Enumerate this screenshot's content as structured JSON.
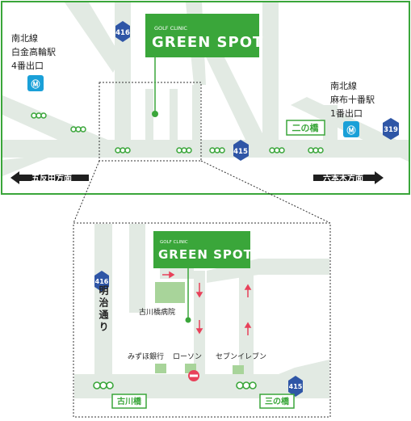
{
  "top_map": {
    "logo": {
      "small": "GOLF CLINIC",
      "big": "GREEN SPOT"
    },
    "station_left": {
      "line1": "南北線",
      "line2": "白金高輪駅",
      "line3": "4番出口"
    },
    "station_right": {
      "line1": "南北線",
      "line2": "麻布十番駅",
      "line3": "1番出口"
    },
    "bridge_label": "二の橋",
    "direction_left": "五反田方面",
    "direction_right": "六本木方面",
    "route_416": "416",
    "route_415": "415",
    "route_319": "319"
  },
  "detail_map": {
    "logo": {
      "small": "GOLF CLINIC",
      "big": "GREEN SPOT"
    },
    "route_416": "416",
    "route_415": "415",
    "road_name": "明治通り",
    "hospital": "古川橋病院",
    "bank": "みずほ銀行",
    "lawson": "ローソン",
    "seven": "セブンイレブン",
    "bridge_left": "古川橋",
    "bridge_right": "三の橋"
  },
  "colors": {
    "green": "#3aa63a",
    "road": "#e2eae3",
    "route_badge": "#2f56a6",
    "station_icon": "#1aa0d8",
    "arrow": "#e8415a"
  }
}
